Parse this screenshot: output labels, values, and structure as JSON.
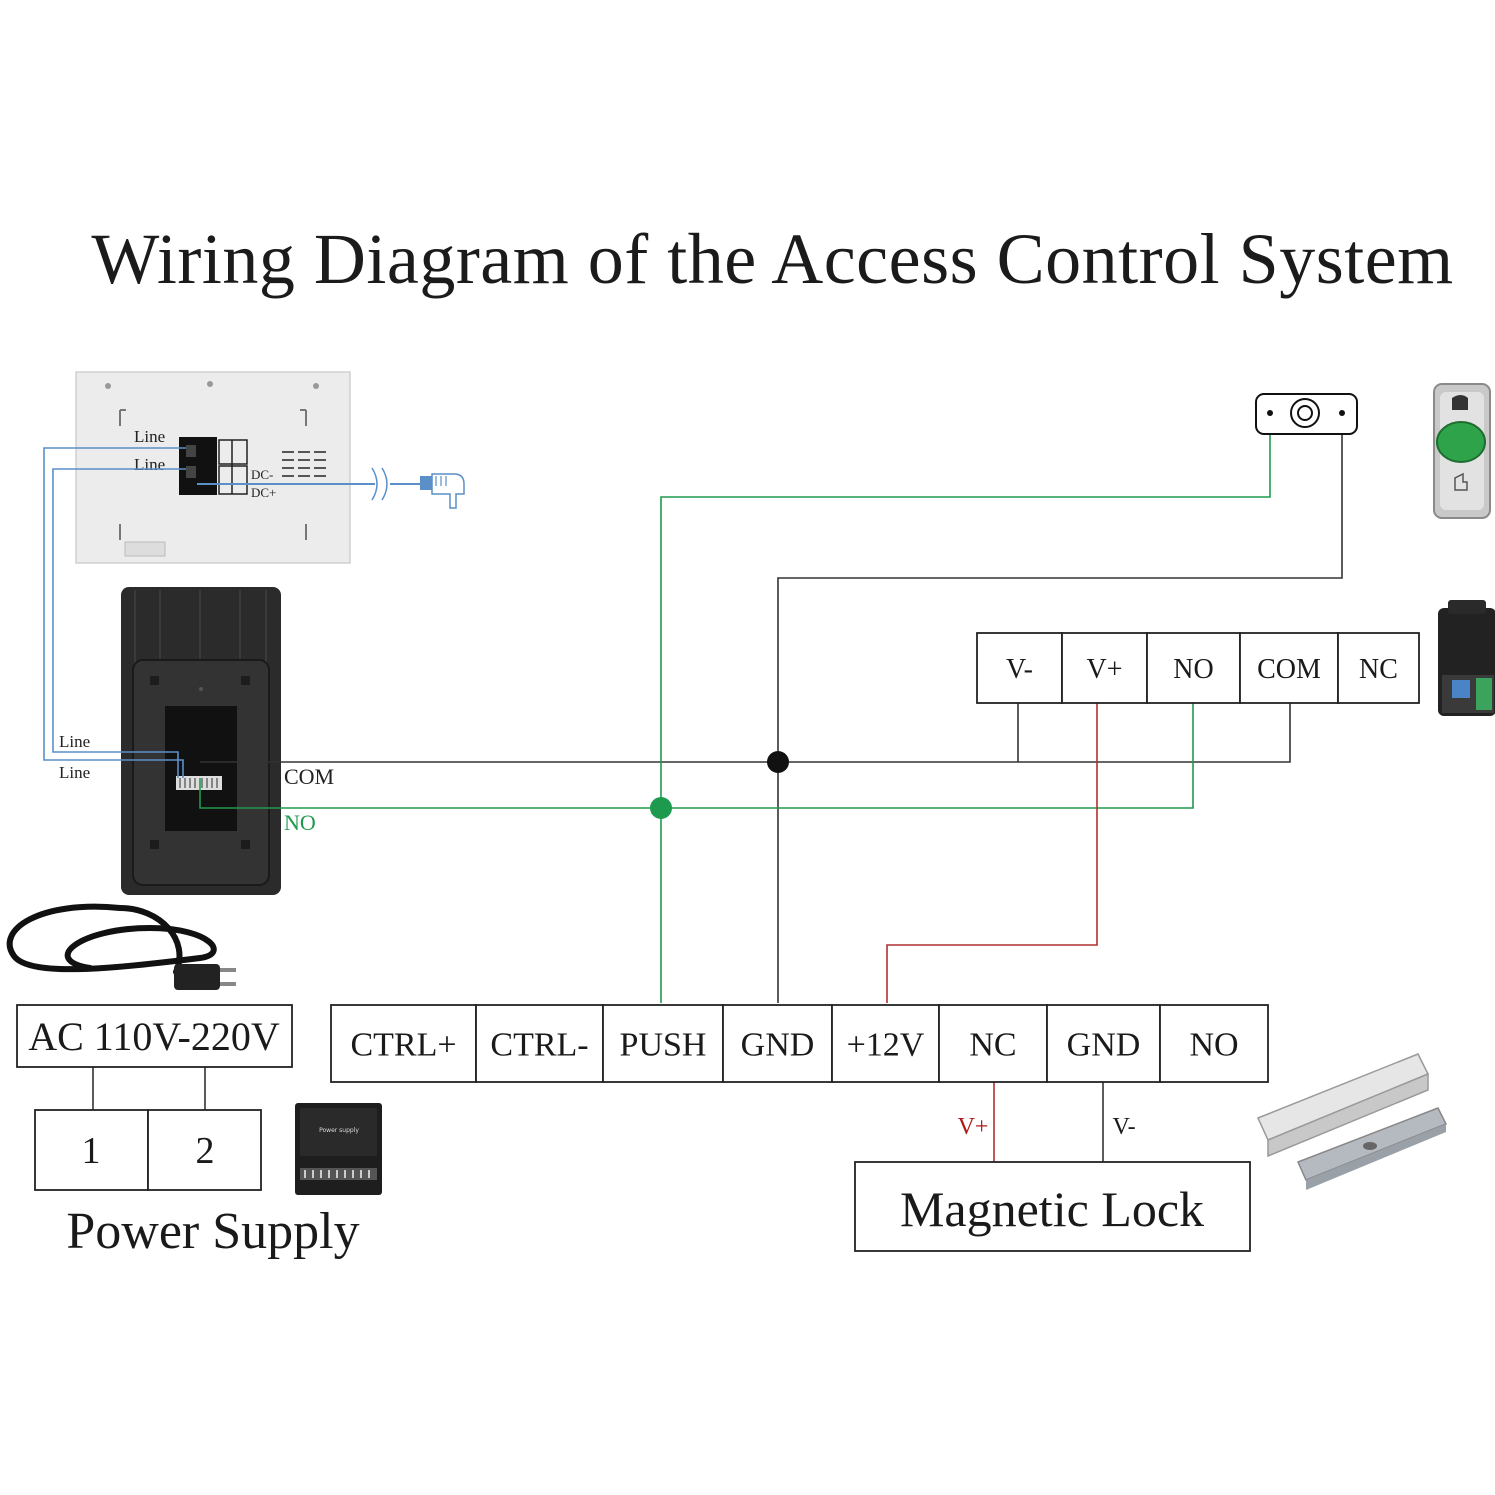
{
  "title": "Wiring Diagram of the Access Control System",
  "monitor": {
    "line_label_1": "Line",
    "line_label_2": "Line",
    "dc_minus": "DC-",
    "dc_plus": "DC+"
  },
  "outdoor_unit": {
    "line_label_1": "Line",
    "line_label_2": "Line",
    "com_label": "COM",
    "no_label": "NO"
  },
  "remote_receiver_terminals": [
    "V-",
    "V+",
    "NO",
    "COM",
    "NC"
  ],
  "controller_terminals": [
    "CTRL+",
    "CTRL-",
    "PUSH",
    "GND",
    "+12V",
    "NC",
    "GND",
    "NO"
  ],
  "power_supply": {
    "input_label": "AC 110V-220V",
    "terminals": [
      "1",
      "2"
    ],
    "caption": "Power Supply",
    "device_label": "Power supply"
  },
  "magnetic_lock": {
    "label": "Magnetic Lock",
    "vplus_label": "V+",
    "vminus_label": "V-"
  },
  "colors": {
    "wire_black": "#333333",
    "wire_green": "#1e9a4f",
    "wire_red": "#b03030",
    "wire_blue": "#5b8fc8",
    "com_label": "#1a1a1a",
    "no_label": "#1e9a4f",
    "vplus_label": "#b01818"
  }
}
